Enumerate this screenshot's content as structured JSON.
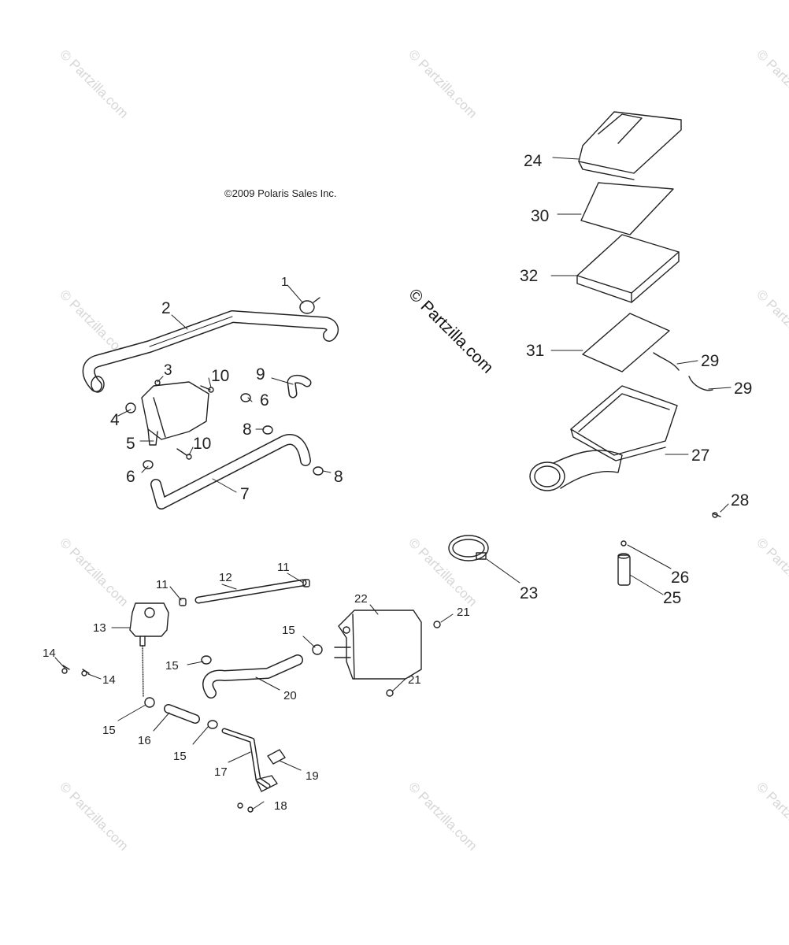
{
  "copyright": "©2009 Polaris Sales Inc.",
  "center_watermark": "© Partzilla.com",
  "tile_watermark": "© Partzilla.com",
  "callouts": {
    "c1": "1",
    "c2": "2",
    "c3": "3",
    "c4": "4",
    "c5": "5",
    "c6a": "6",
    "c6b": "6",
    "c7": "7",
    "c8a": "8",
    "c8b": "8",
    "c9": "9",
    "c10a": "10",
    "c10b": "10",
    "c11a": "11",
    "c11b": "11",
    "c12": "12",
    "c13": "13",
    "c14a": "14",
    "c14b": "14",
    "c15a": "15",
    "c15b": "15",
    "c15c": "15",
    "c15d": "15",
    "c16": "16",
    "c17": "17",
    "c18": "18",
    "c19": "19",
    "c20": "20",
    "c21a": "21",
    "c21b": "21",
    "c22": "22",
    "c23": "23",
    "c24": "24",
    "c25": "25",
    "c26": "26",
    "c27": "27",
    "c28": "28",
    "c29a": "29",
    "c29b": "29",
    "c30": "30",
    "c31": "31",
    "c32": "32"
  }
}
